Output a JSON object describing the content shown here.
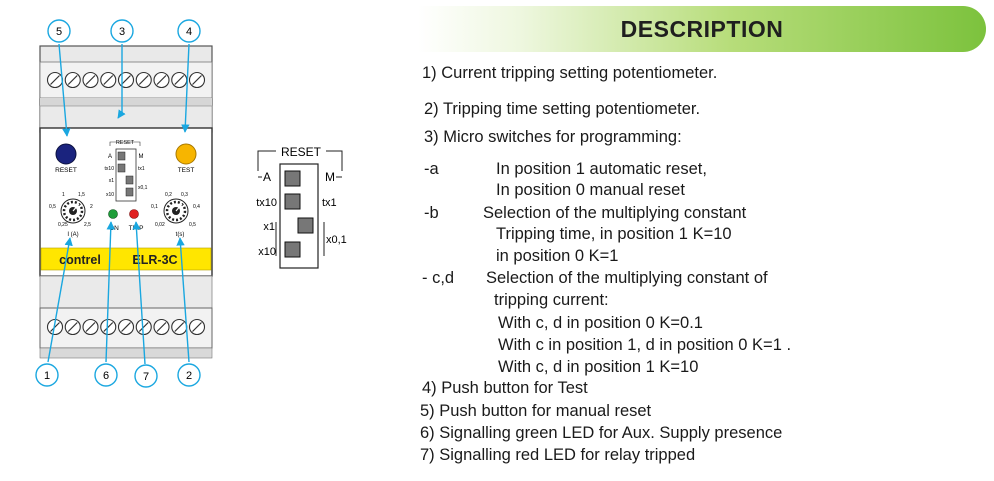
{
  "description_title": "DESCRIPTION",
  "lines": [
    {
      "text": "1) Current tripping setting potentiometer."
    },
    {
      "text": "2) Tripping time setting potentiometer."
    },
    {
      "text": "3) Micro switches for programming:"
    },
    {
      "text": "-a"
    },
    {
      "text": "In position 1 automatic reset,"
    },
    {
      "text": "In position 0 manual reset"
    },
    {
      "text": "-b"
    },
    {
      "text": "Selection of the multiplying constant"
    },
    {
      "text": "Tripping time, in position 1 K=10"
    },
    {
      "text": "in position 0  K=1"
    },
    {
      "text": "- c,d"
    },
    {
      "text": "Selection of the multiplying constant of"
    },
    {
      "text": "tripping current:"
    },
    {
      "text": "With  c,  d in position 0  K=0.1"
    },
    {
      "text": "With  c  in position 1, d  in position 0  K=1 ."
    },
    {
      "text": "With  c, d  in position 1  K=10"
    },
    {
      "text": "4) Push button for Test"
    },
    {
      "text": "5) Push button for manual reset"
    },
    {
      "text": "6) Signalling green LED for Aux. Supply presence"
    },
    {
      "text": "7) Signalling red LED for relay tripped"
    }
  ],
  "device": {
    "brand": "contrel",
    "model": "ELR-3C",
    "reset_label": "RESET",
    "test_label": "TEST",
    "on_label": "ON",
    "trip_label": "TRIP",
    "current_unit": "I  (A)",
    "time_unit": "t(s)",
    "current_scale": [
      "0,25",
      "0,5",
      "1",
      "1,5",
      "2",
      "2,5"
    ],
    "time_scale": [
      "0,02",
      "0,1",
      "0,2",
      "0,3",
      "0,4",
      "0,5"
    ],
    "switch_labels": [
      "RESET",
      "A",
      "M",
      "tx10",
      "tx1",
      "x1",
      "x10",
      "x0,1"
    ],
    "callouts": [
      "5",
      "3",
      "4",
      "1",
      "6",
      "7",
      "2"
    ],
    "colors": {
      "reset_button": "#1a237e",
      "test_button": "#f7b500",
      "on_led": "#1e9e3a",
      "trip_led": "#e02020",
      "brand_band": "#ffe600",
      "leader": "#1aa7e0"
    }
  },
  "switch_detail": {
    "labels": [
      "RESET",
      "A",
      "M",
      "tx10",
      "tx1",
      "x1",
      "x0,1",
      "x10"
    ]
  }
}
